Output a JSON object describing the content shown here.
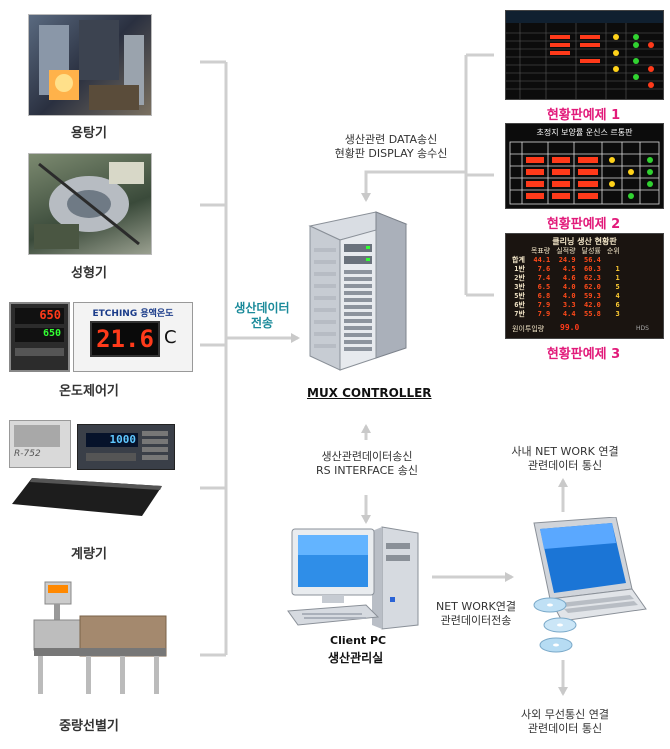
{
  "left_devices": [
    {
      "label": "용탕기",
      "icon": "melting-furnace-photo"
    },
    {
      "label": "성형기",
      "icon": "molding-machine-photo"
    },
    {
      "label": "온도제어기",
      "icon": "temperature-controller-photo"
    },
    {
      "label": "계량기",
      "icon": "weighing-scale-photo"
    },
    {
      "label": "중량선별기",
      "icon": "checkweigher-photo"
    }
  ],
  "temp_panel": {
    "title": "ETCHING 용액온도",
    "value": "21.6",
    "unit": "C",
    "controller_pv": "650",
    "controller_sv": "650"
  },
  "scale_display": {
    "value": "1000",
    "printer_text": "R-752"
  },
  "left_transfer_label": [
    "생산데이터",
    "전송"
  ],
  "displays": [
    {
      "label": "현황판예제 1"
    },
    {
      "label": "현황판예제 2",
      "screen_title": "초정지 보양률 운신스 르통판"
    },
    {
      "label": "현황판예제 3",
      "screen_title": "클리닝 생산 현황판",
      "headers": [
        "",
        "목표량",
        "실적량",
        "달성률",
        "순위"
      ],
      "rows": [
        [
          "합계",
          "44.1",
          "24.9",
          "56.4",
          ""
        ],
        [
          "1반",
          "7.6",
          "4.5",
          "60.3",
          "1"
        ],
        [
          "2반",
          "7.4",
          "4.6",
          "62.3",
          "1"
        ],
        [
          "3반",
          "6.5",
          "4.0",
          "62.0",
          "5"
        ],
        [
          "5반",
          "6.8",
          "4.0",
          "59.3",
          "4"
        ],
        [
          "6반",
          "7.9",
          "3.3",
          "42.0",
          "6"
        ],
        [
          "7반",
          "7.9",
          "4.4",
          "55.8",
          "3"
        ]
      ],
      "footer": [
        "원이투입량",
        "99.0"
      ],
      "brand": "HDS"
    }
  ],
  "top_link_label": [
    "생산관련 DATA송신",
    "현황판 DISPLAY 송수신"
  ],
  "server_label": "MUX CONTROLLER",
  "mid_link_label": [
    "생산관련데이터송신",
    "RS INTERFACE 송신"
  ],
  "client": {
    "name": "Client PC",
    "room": "생산관리실"
  },
  "network_label": [
    "NET WORK연결",
    "관련데이터전송"
  ],
  "intranet_label": [
    "사내 NET WORK 연결",
    "관련데이터 통신"
  ],
  "wireless_label": [
    "사외 무선통신 연결",
    "관련데이터 통신"
  ],
  "colors": {
    "connector": "#c9c9c9",
    "accent": "#1a8a9a",
    "segment": "#ff3a1a"
  }
}
